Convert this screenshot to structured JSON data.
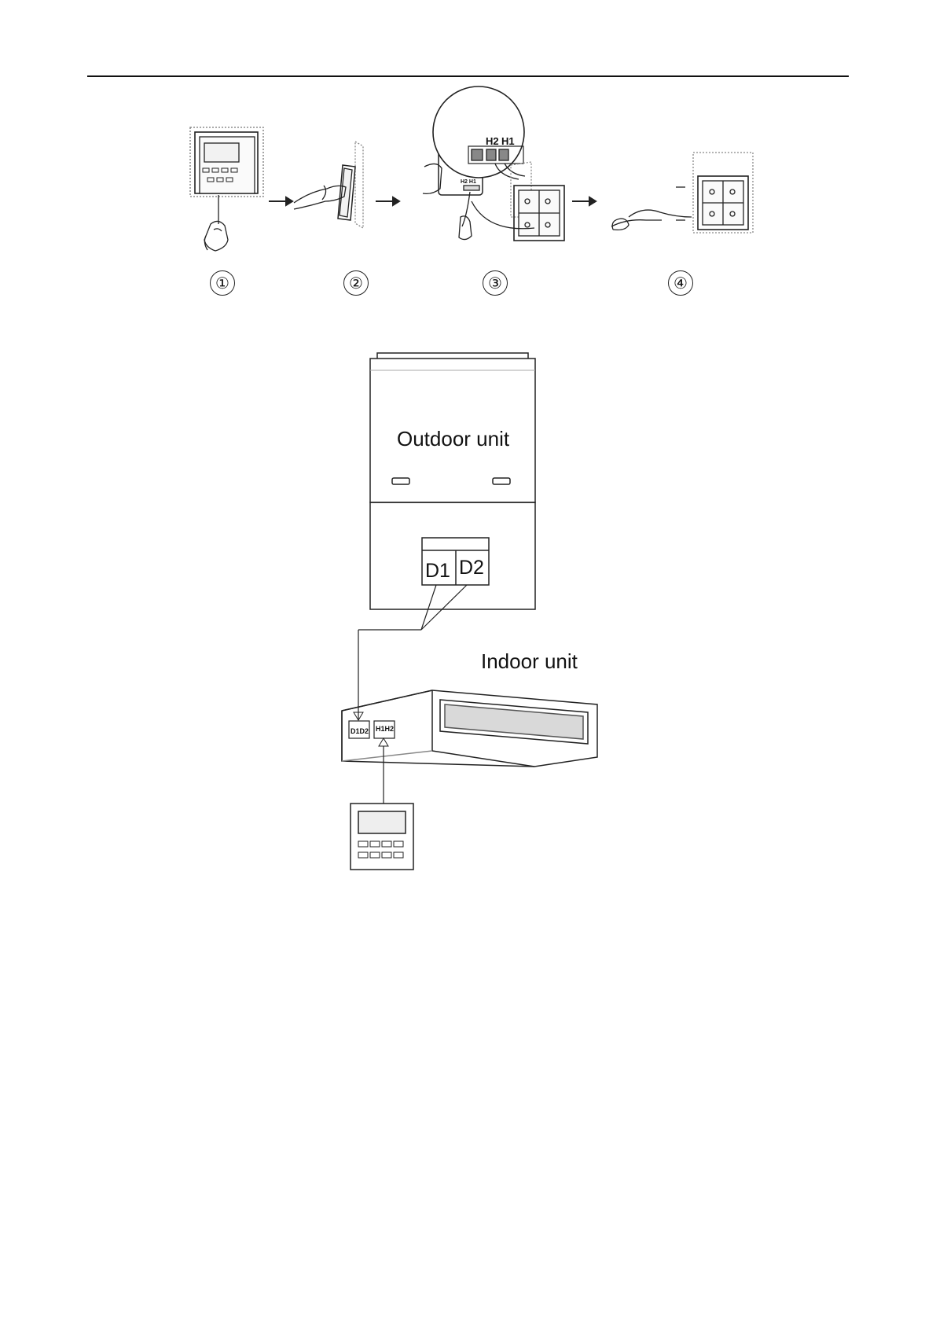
{
  "steps": {
    "numbers": [
      "①",
      "②",
      "③",
      "④"
    ],
    "callout_terminals": [
      "H2",
      "H1"
    ],
    "callout_small": "H2 H1"
  },
  "diagram": {
    "outdoor_label": "Outdoor unit",
    "indoor_label": "Indoor unit",
    "outdoor_terminals": [
      "D1",
      "D2"
    ],
    "indoor_terminal_d": "D1D2",
    "indoor_terminal_h": "H1H2"
  }
}
